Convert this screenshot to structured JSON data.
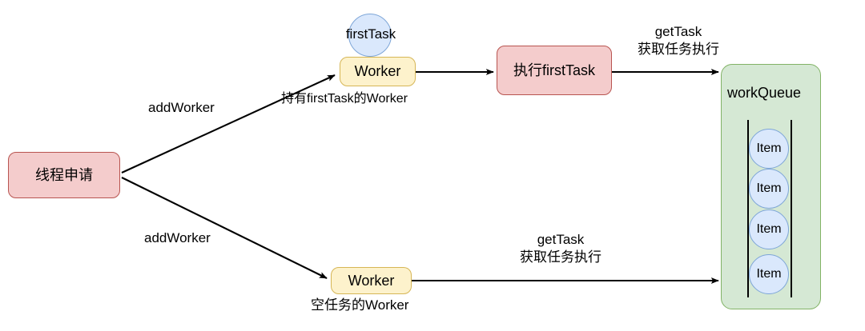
{
  "diagram": {
    "title": "Thread pool addWorker / workQueue flow",
    "colors": {
      "red_fill": "#f4cccc",
      "red_stroke": "#b85450",
      "yellow_fill": "#fdf2cc",
      "yellow_stroke": "#d6b656",
      "green_fill": "#d5e8d4",
      "green_stroke": "#82b366",
      "blue_fill": "#dae8fc",
      "blue_stroke": "#7ea6d8",
      "edge": "#000000",
      "text": "#000000"
    },
    "nodes": {
      "thread_request": {
        "label": "线程申请"
      },
      "worker_top": {
        "label": "Worker"
      },
      "worker_bottom": {
        "label": "Worker"
      },
      "first_task_circle": {
        "label": "firstTask"
      },
      "exec_first_task": {
        "label": "执行firstTask"
      },
      "work_queue": {
        "label": "workQueue"
      }
    },
    "queue_items": [
      {
        "label": "Item"
      },
      {
        "label": "Item"
      },
      {
        "label": "Item"
      },
      {
        "label": "Item"
      }
    ],
    "edge_labels": {
      "add_worker_top": "addWorker",
      "add_worker_bottom": "addWorker",
      "worker_top_caption": "持有firstTask的Worker",
      "worker_bottom_caption": "空任务的Worker",
      "get_task_top_line1": "getTask",
      "get_task_top_line2": "获取任务执行",
      "get_task_bottom_line1": "getTask",
      "get_task_bottom_line2": "获取任务执行"
    }
  }
}
